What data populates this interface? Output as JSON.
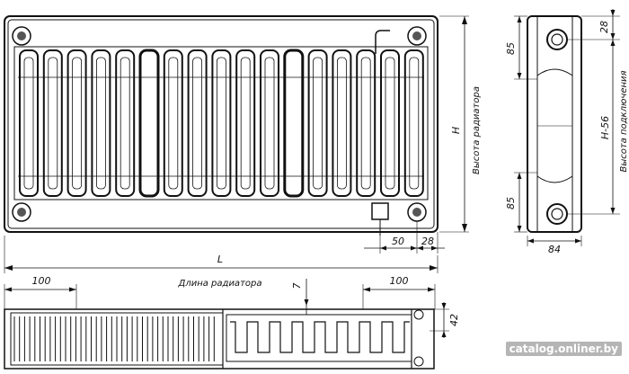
{
  "front_view": {
    "width_symbol": "L",
    "height_symbol": "H",
    "height_caption": "Высота радиатора",
    "width_caption": "Длина радиатора",
    "dim_50": "50",
    "dim_28": "28"
  },
  "side_view": {
    "dim_top": "28",
    "dim_85_top": "85",
    "dim_85_bottom": "85",
    "dim_depth": "84",
    "connection_symbol": "H-56",
    "connection_caption": "Высота подключения"
  },
  "bottom_view": {
    "dim_left": "100",
    "dim_right": "100",
    "dim_7": "7",
    "dim_42": "42"
  },
  "watermark": "catalog.onliner.by"
}
